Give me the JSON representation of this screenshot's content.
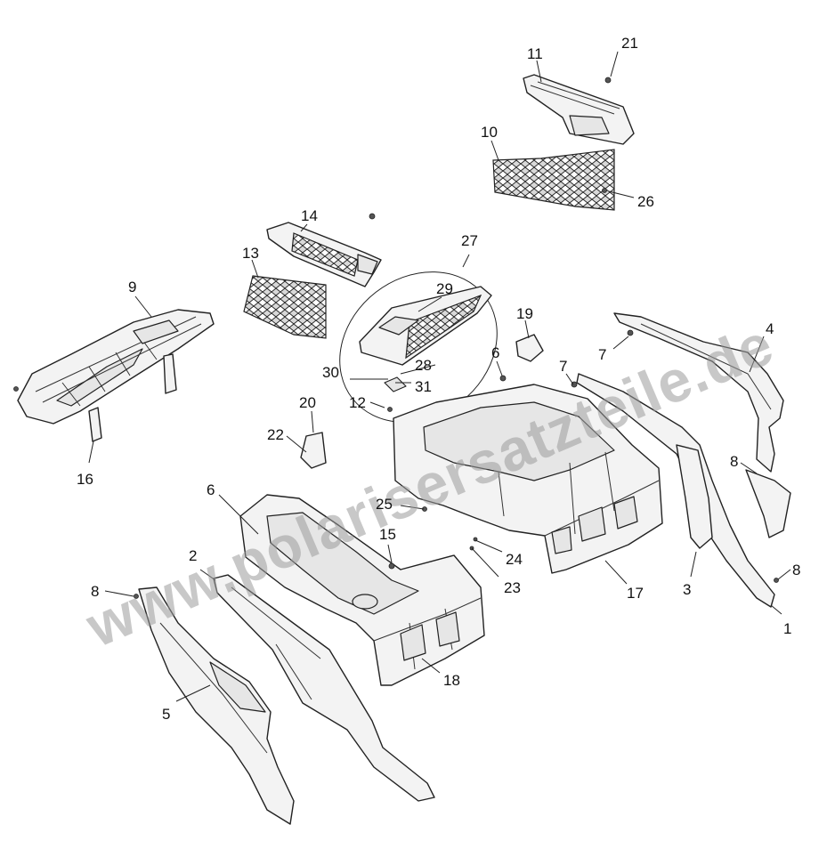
{
  "diagram": {
    "watermark": "www.polarisersatzteile.de",
    "callouts": [
      {
        "id": "c1",
        "label": "1"
      },
      {
        "id": "c2",
        "label": "2"
      },
      {
        "id": "c3",
        "label": "3"
      },
      {
        "id": "c4",
        "label": "4"
      },
      {
        "id": "c5",
        "label": "5"
      },
      {
        "id": "c6a",
        "label": "6"
      },
      {
        "id": "c6b",
        "label": "6"
      },
      {
        "id": "c7a",
        "label": "7"
      },
      {
        "id": "c7b",
        "label": "7"
      },
      {
        "id": "c8a",
        "label": "8"
      },
      {
        "id": "c8b",
        "label": "8"
      },
      {
        "id": "c8c",
        "label": "8"
      },
      {
        "id": "c9",
        "label": "9"
      },
      {
        "id": "c10",
        "label": "10"
      },
      {
        "id": "c11",
        "label": "11"
      },
      {
        "id": "c12",
        "label": "12"
      },
      {
        "id": "c13",
        "label": "13"
      },
      {
        "id": "c14",
        "label": "14"
      },
      {
        "id": "c15",
        "label": "15"
      },
      {
        "id": "c16",
        "label": "16"
      },
      {
        "id": "c17",
        "label": "17"
      },
      {
        "id": "c18",
        "label": "18"
      },
      {
        "id": "c19",
        "label": "19"
      },
      {
        "id": "c20",
        "label": "20"
      },
      {
        "id": "c21",
        "label": "21"
      },
      {
        "id": "c22",
        "label": "22"
      },
      {
        "id": "c23",
        "label": "23"
      },
      {
        "id": "c24",
        "label": "24"
      },
      {
        "id": "c25",
        "label": "25"
      },
      {
        "id": "c26",
        "label": "26"
      },
      {
        "id": "c27",
        "label": "27"
      },
      {
        "id": "c28",
        "label": "28"
      },
      {
        "id": "c29",
        "label": "29"
      },
      {
        "id": "c30",
        "label": "30"
      },
      {
        "id": "c31",
        "label": "31"
      }
    ]
  }
}
